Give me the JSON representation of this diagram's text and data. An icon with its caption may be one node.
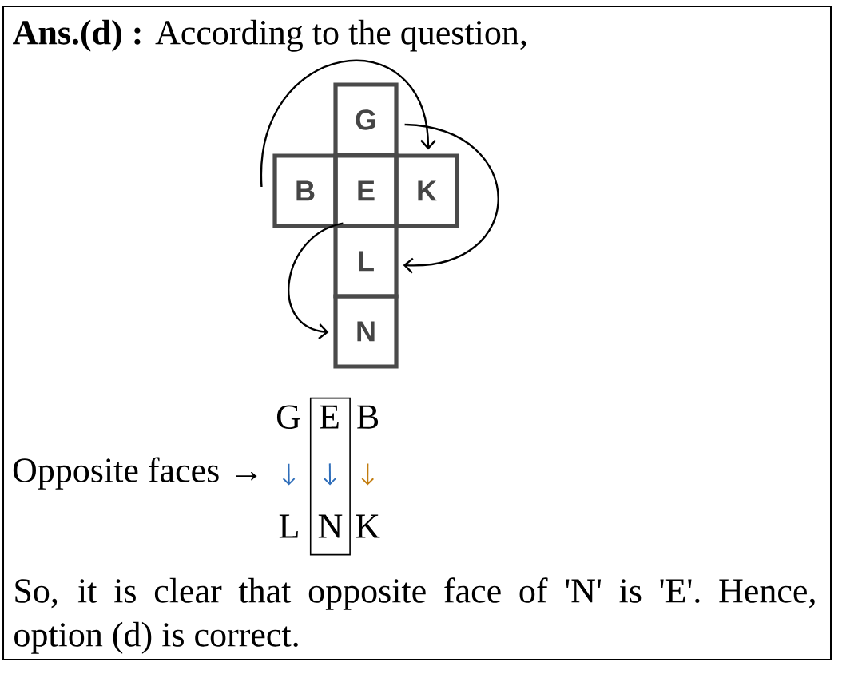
{
  "diagram": {
    "nodes": [
      {
        "text": [
          "**Ans.(d) :** According to the question,",
          "So, it is clear that opposite face of 'N' is 'E'. Hence, option (d) is correct."
        ]
      },
      {
        "text": [
          "G"
        ],
        "in": 0
      },
      {
        "text": [
          "B"
        ],
        "in": 0
      },
      {
        "text": [
          "E"
        ],
        "in": 0
      },
      {
        "text": [
          "K"
        ],
        "in": 0
      },
      {
        "text": [
          "L"
        ],
        "in": 0
      },
      {
        "text": [
          "N"
        ],
        "in": 0
      },
      {
        "text": [
          "G"
        ],
        "in": 0
      },
      {
        "text": [],
        "shape": "box",
        "in": 0
      },
      {
        "text": [
          "E"
        ],
        "in": 8
      },
      {
        "text": [
          "B"
        ],
        "in": 0
      },
      {
        "text": [
          "L"
        ],
        "in": 0
      },
      {
        "text": [
          "N"
        ],
        "in": 8
      },
      {
        "text": [
          "K"
        ],
        "in": 0
      }
    ],
    "edges": [
      {
        "from": 2,
        "to": 4,
        "arrow": "to"
      },
      {
        "from": 1,
        "to": 5,
        "arrow": "to"
      },
      {
        "from": 3,
        "to": 6,
        "arrow": "to"
      },
      {
        "from": 7,
        "to": 11,
        "arrow": "to",
        "color": "#2f6eba"
      },
      {
        "from": 9,
        "to": 12,
        "arrow": "to",
        "color": "#2f6eba"
      },
      {
        "from": 10,
        "to": 13,
        "arrow": "to",
        "color": "#c27c0e"
      }
    ],
    "labels": [
      "Opposite faces →"
    ]
  }
}
